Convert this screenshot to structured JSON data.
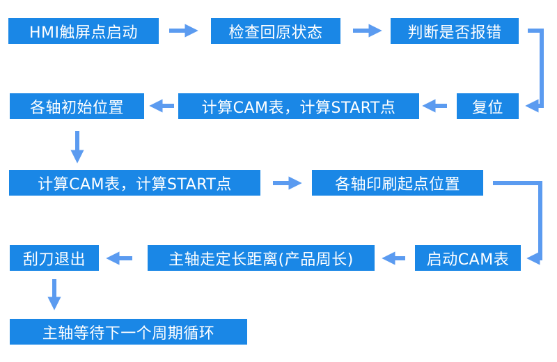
{
  "colors": {
    "box": "#1a87e6",
    "arrow": "#5b9bf0",
    "text": "#ffffff"
  },
  "nodes": {
    "hmi_start": "HMI触屏点启动",
    "check_origin": "检查回原状态",
    "judge_error": "判断是否报错",
    "reset": "复位",
    "calc_cam_start_1": "计算CAM表，计算START点",
    "axes_initial_position": "各轴初始位置",
    "calc_cam_start_2": "计算CAM表，计算START点",
    "axes_print_start_position": "各轴印刷起点位置",
    "start_cam_table": "启动CAM表",
    "main_axis_travel": "主轴走定长距离(产品周长)",
    "blade_retract": "刮刀退出",
    "main_axis_wait": "主轴等待下一个周期循环"
  }
}
